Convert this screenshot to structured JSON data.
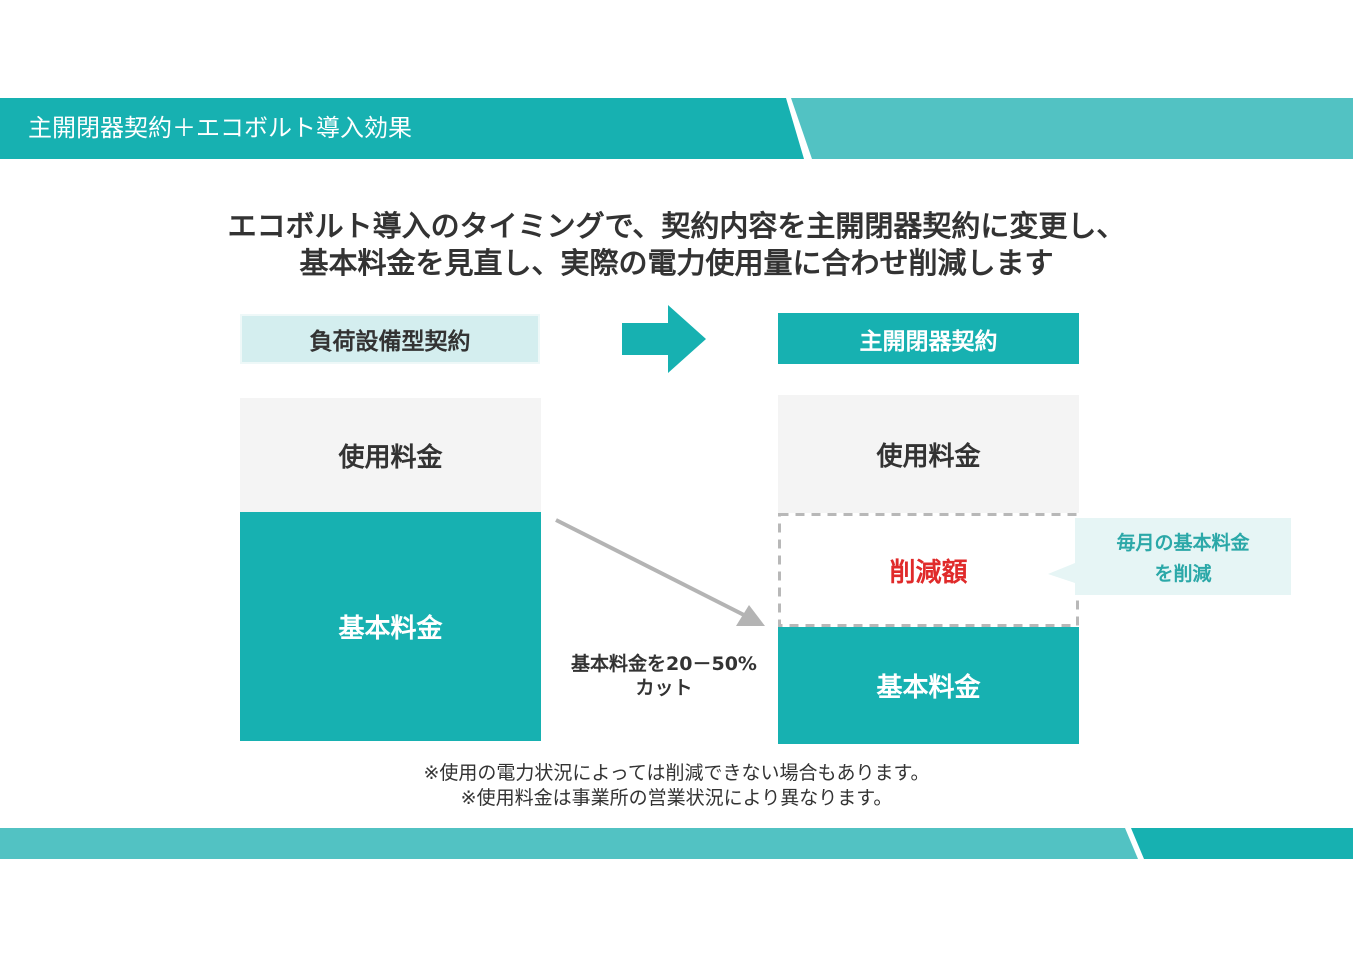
{
  "header": {
    "title": "主開閉器契約＋エコボルト導入効果"
  },
  "headline": {
    "line1": "エコボルト導入のタイミングで、契約内容を主開閉器契約に変更し、",
    "line2": "基本料金を見直し、実際の電力使用量に合わせ削減します"
  },
  "before": {
    "label": "負荷設備型契約",
    "usage": "使用料金",
    "base": "基本料金"
  },
  "after": {
    "label": "主開閉器契約",
    "usage": "使用料金",
    "reduction": "削減額",
    "base": "基本料金"
  },
  "callout": {
    "line1": "毎月の基本料金",
    "line2": "を削減"
  },
  "cut": {
    "line1": "基本料金を20－50%",
    "line2": "カット"
  },
  "notes": {
    "line1": "※使用の電力状況によっては削減できない場合もあります。",
    "line2": "※使用料金は事業所の営業状況により異なります。"
  },
  "colors": {
    "teal": "#17b1b1",
    "teal_light": "#52c2c3",
    "label_light_bg": "#d4eeef",
    "usage_bg": "#f4f4f4",
    "reduction_text": "#e02a2a",
    "callout_bg": "#e6f5f5",
    "callout_text": "#2ba8a8",
    "arrow_gray": "#b4b4b4"
  }
}
